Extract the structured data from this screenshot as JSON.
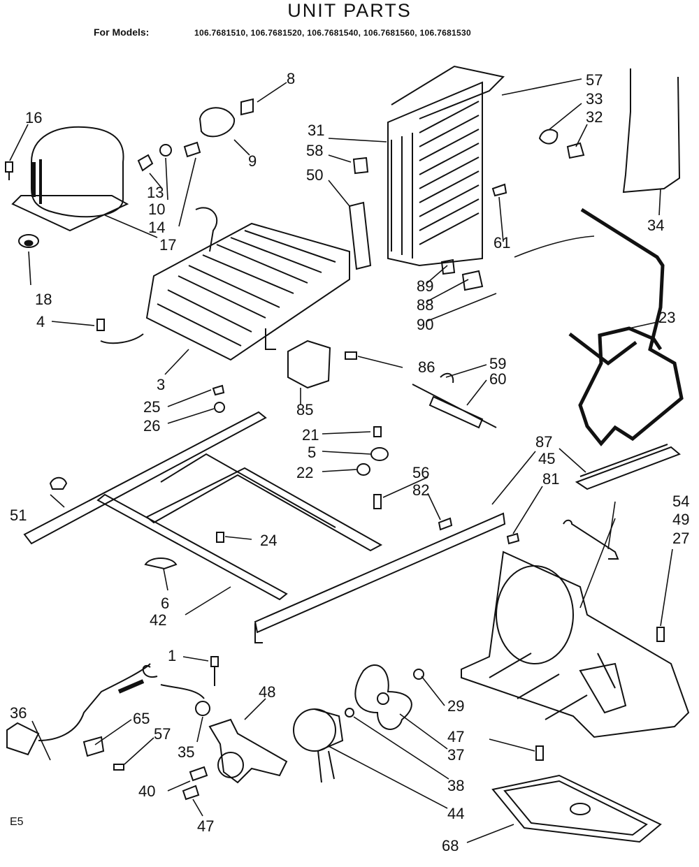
{
  "title": "UNIT PARTS",
  "models_label": "For Models:",
  "models": "106.7681510, 106.7681520, 106.7681540, 106.7681560, 106.7681530",
  "footer_code": "E5",
  "callouts": {
    "n1": "1",
    "n3": "3",
    "n4": "4",
    "n5": "5",
    "n6": "6",
    "n8": "8",
    "n9": "9",
    "n10": "10",
    "n13": "13",
    "n14": "14",
    "n16": "16",
    "n17": "17",
    "n18": "18",
    "n21": "21",
    "n22": "22",
    "n23": "23",
    "n24": "24",
    "n25": "25",
    "n26": "26",
    "n27": "27",
    "n29": "29",
    "n31": "31",
    "n32": "32",
    "n33": "33",
    "n34": "34",
    "n35": "35",
    "n36": "36",
    "n37": "37",
    "n38": "38",
    "n40": "40",
    "n42": "42",
    "n44": "44",
    "n45": "45",
    "n47a": "47",
    "n47b": "47",
    "n48": "48",
    "n49": "49",
    "n50": "50",
    "n51": "51",
    "n54": "54",
    "n56": "56",
    "n57a": "57",
    "n57b": "57",
    "n58": "58",
    "n59": "59",
    "n60": "60",
    "n61": "61",
    "n65": "65",
    "n68": "68",
    "n81": "81",
    "n82": "82",
    "n85": "85",
    "n86": "86",
    "n87": "87",
    "n88": "88",
    "n89": "89",
    "n90": "90"
  }
}
